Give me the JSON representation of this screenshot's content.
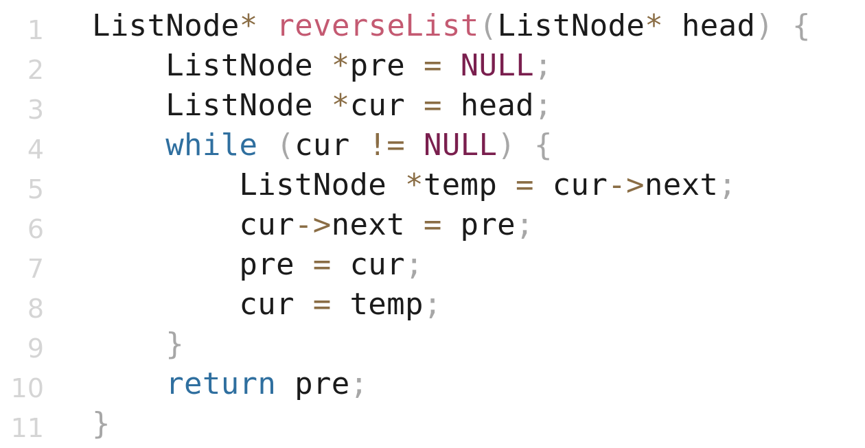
{
  "colors": {
    "background": "#ffffff",
    "line_number": "#d5d5d5",
    "plain": "#1b1b1b",
    "punctuation": "#a7a7a7",
    "operator": "#8a6d45",
    "function_name": "#c45a72",
    "keyword": "#2f6f9f",
    "constant": "#7a1f4e"
  },
  "lines": [
    {
      "number": "1",
      "indent": 0,
      "tokens": [
        {
          "text": "ListNode",
          "kind": "plain"
        },
        {
          "text": "*",
          "kind": "op"
        },
        {
          "text": " ",
          "kind": "plain"
        },
        {
          "text": "reverseList",
          "kind": "func"
        },
        {
          "text": "(",
          "kind": "punct"
        },
        {
          "text": "ListNode",
          "kind": "plain"
        },
        {
          "text": "*",
          "kind": "op"
        },
        {
          "text": " head",
          "kind": "plain"
        },
        {
          "text": ")",
          "kind": "punct"
        },
        {
          "text": " {",
          "kind": "punct"
        }
      ]
    },
    {
      "number": "2",
      "indent": 4,
      "tokens": [
        {
          "text": "ListNode ",
          "kind": "plain"
        },
        {
          "text": "*",
          "kind": "op"
        },
        {
          "text": "pre ",
          "kind": "plain"
        },
        {
          "text": "=",
          "kind": "op"
        },
        {
          "text": " ",
          "kind": "plain"
        },
        {
          "text": "NULL",
          "kind": "const"
        },
        {
          "text": ";",
          "kind": "punct"
        }
      ]
    },
    {
      "number": "3",
      "indent": 4,
      "tokens": [
        {
          "text": "ListNode ",
          "kind": "plain"
        },
        {
          "text": "*",
          "kind": "op"
        },
        {
          "text": "cur ",
          "kind": "plain"
        },
        {
          "text": "=",
          "kind": "op"
        },
        {
          "text": " head",
          "kind": "plain"
        },
        {
          "text": ";",
          "kind": "punct"
        }
      ]
    },
    {
      "number": "4",
      "indent": 4,
      "tokens": [
        {
          "text": "while",
          "kind": "keyword"
        },
        {
          "text": " ",
          "kind": "plain"
        },
        {
          "text": "(",
          "kind": "punct"
        },
        {
          "text": "cur ",
          "kind": "plain"
        },
        {
          "text": "!=",
          "kind": "op"
        },
        {
          "text": " ",
          "kind": "plain"
        },
        {
          "text": "NULL",
          "kind": "const"
        },
        {
          "text": ")",
          "kind": "punct"
        },
        {
          "text": " {",
          "kind": "punct"
        }
      ]
    },
    {
      "number": "5",
      "indent": 8,
      "tokens": [
        {
          "text": "ListNode ",
          "kind": "plain"
        },
        {
          "text": "*",
          "kind": "op"
        },
        {
          "text": "temp ",
          "kind": "plain"
        },
        {
          "text": "=",
          "kind": "op"
        },
        {
          "text": " cur",
          "kind": "plain"
        },
        {
          "text": "->",
          "kind": "op"
        },
        {
          "text": "next",
          "kind": "plain"
        },
        {
          "text": ";",
          "kind": "punct"
        }
      ]
    },
    {
      "number": "6",
      "indent": 8,
      "tokens": [
        {
          "text": "cur",
          "kind": "plain"
        },
        {
          "text": "->",
          "kind": "op"
        },
        {
          "text": "next ",
          "kind": "plain"
        },
        {
          "text": "=",
          "kind": "op"
        },
        {
          "text": " pre",
          "kind": "plain"
        },
        {
          "text": ";",
          "kind": "punct"
        }
      ]
    },
    {
      "number": "7",
      "indent": 8,
      "tokens": [
        {
          "text": "pre ",
          "kind": "plain"
        },
        {
          "text": "=",
          "kind": "op"
        },
        {
          "text": " cur",
          "kind": "plain"
        },
        {
          "text": ";",
          "kind": "punct"
        }
      ]
    },
    {
      "number": "8",
      "indent": 8,
      "tokens": [
        {
          "text": "cur ",
          "kind": "plain"
        },
        {
          "text": "=",
          "kind": "op"
        },
        {
          "text": " temp",
          "kind": "plain"
        },
        {
          "text": ";",
          "kind": "punct"
        }
      ]
    },
    {
      "number": "9",
      "indent": 4,
      "tokens": [
        {
          "text": "}",
          "kind": "punct"
        }
      ]
    },
    {
      "number": "10",
      "indent": 4,
      "tokens": [
        {
          "text": "return",
          "kind": "keyword"
        },
        {
          "text": " pre",
          "kind": "plain"
        },
        {
          "text": ";",
          "kind": "punct"
        }
      ]
    },
    {
      "number": "11",
      "indent": 0,
      "tokens": [
        {
          "text": "}",
          "kind": "punct"
        }
      ]
    }
  ]
}
